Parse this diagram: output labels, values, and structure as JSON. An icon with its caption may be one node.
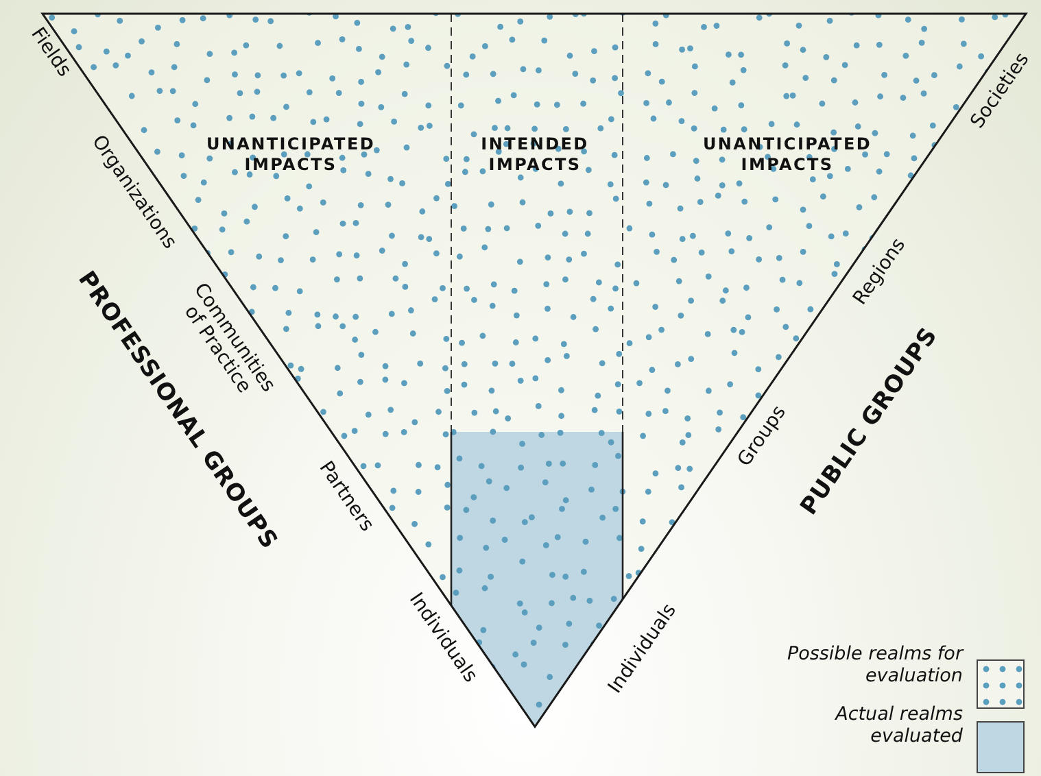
{
  "diagram": {
    "labels": [
      "Fields",
      "Organizations",
      "UNANTICIPATED IMPACTS",
      "INTENDED IMPACTS",
      "UNANTICIPATED IMPACTS",
      "Societies",
      "Communities of Practice",
      "PROFESSIONAL GROUPS",
      "Regions",
      "PUBLIC GROUPS",
      "Partners",
      "Groups",
      "Individuals",
      "Individuals"
    ],
    "legend": [
      {
        "text": "Possible realms for evaluation"
      },
      {
        "text": "Actual realms evaluated",
        "color": "#bfd7e3"
      }
    ]
  }
}
